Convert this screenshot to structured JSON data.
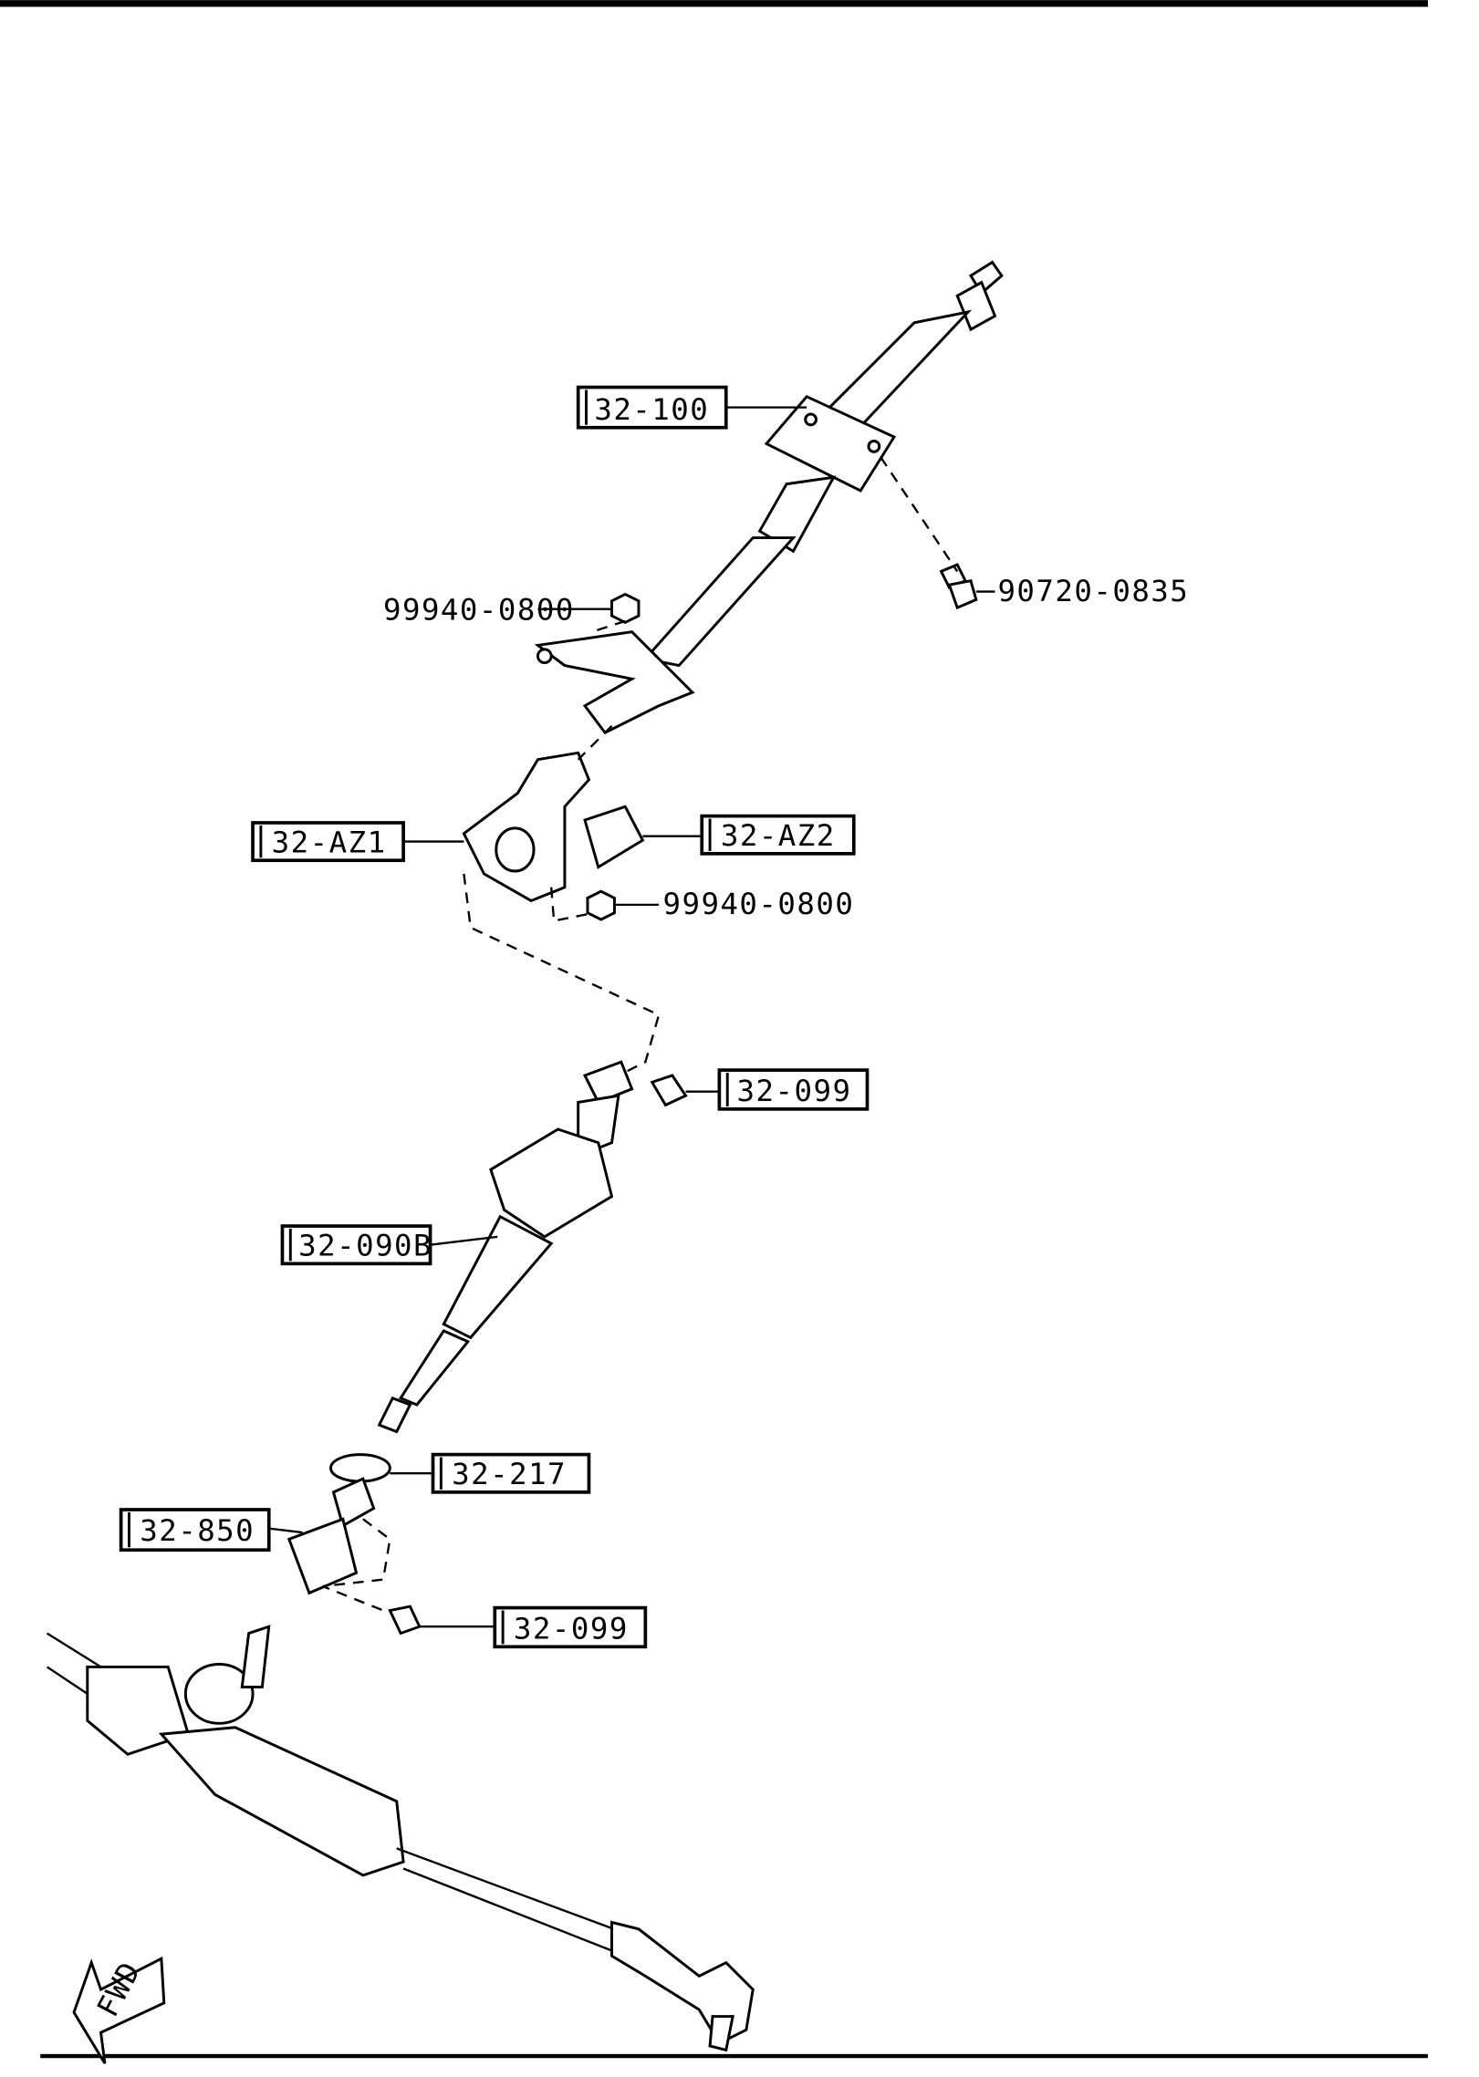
{
  "diagram": {
    "fwd_label": "FWD",
    "callouts": [
      {
        "id": "32-100",
        "boxed": true
      },
      {
        "id": "90720-0835",
        "boxed": false
      },
      {
        "id": "99940-0800",
        "boxed": false
      },
      {
        "id": "32-AZ1",
        "boxed": true
      },
      {
        "id": "32-AZ2",
        "boxed": true
      },
      {
        "id": "99940-0800",
        "boxed": false
      },
      {
        "id": "32-099",
        "boxed": true
      },
      {
        "id": "32-090B",
        "boxed": true
      },
      {
        "id": "32-217",
        "boxed": true
      },
      {
        "id": "32-850",
        "boxed": true
      },
      {
        "id": "32-099",
        "boxed": true
      }
    ]
  }
}
